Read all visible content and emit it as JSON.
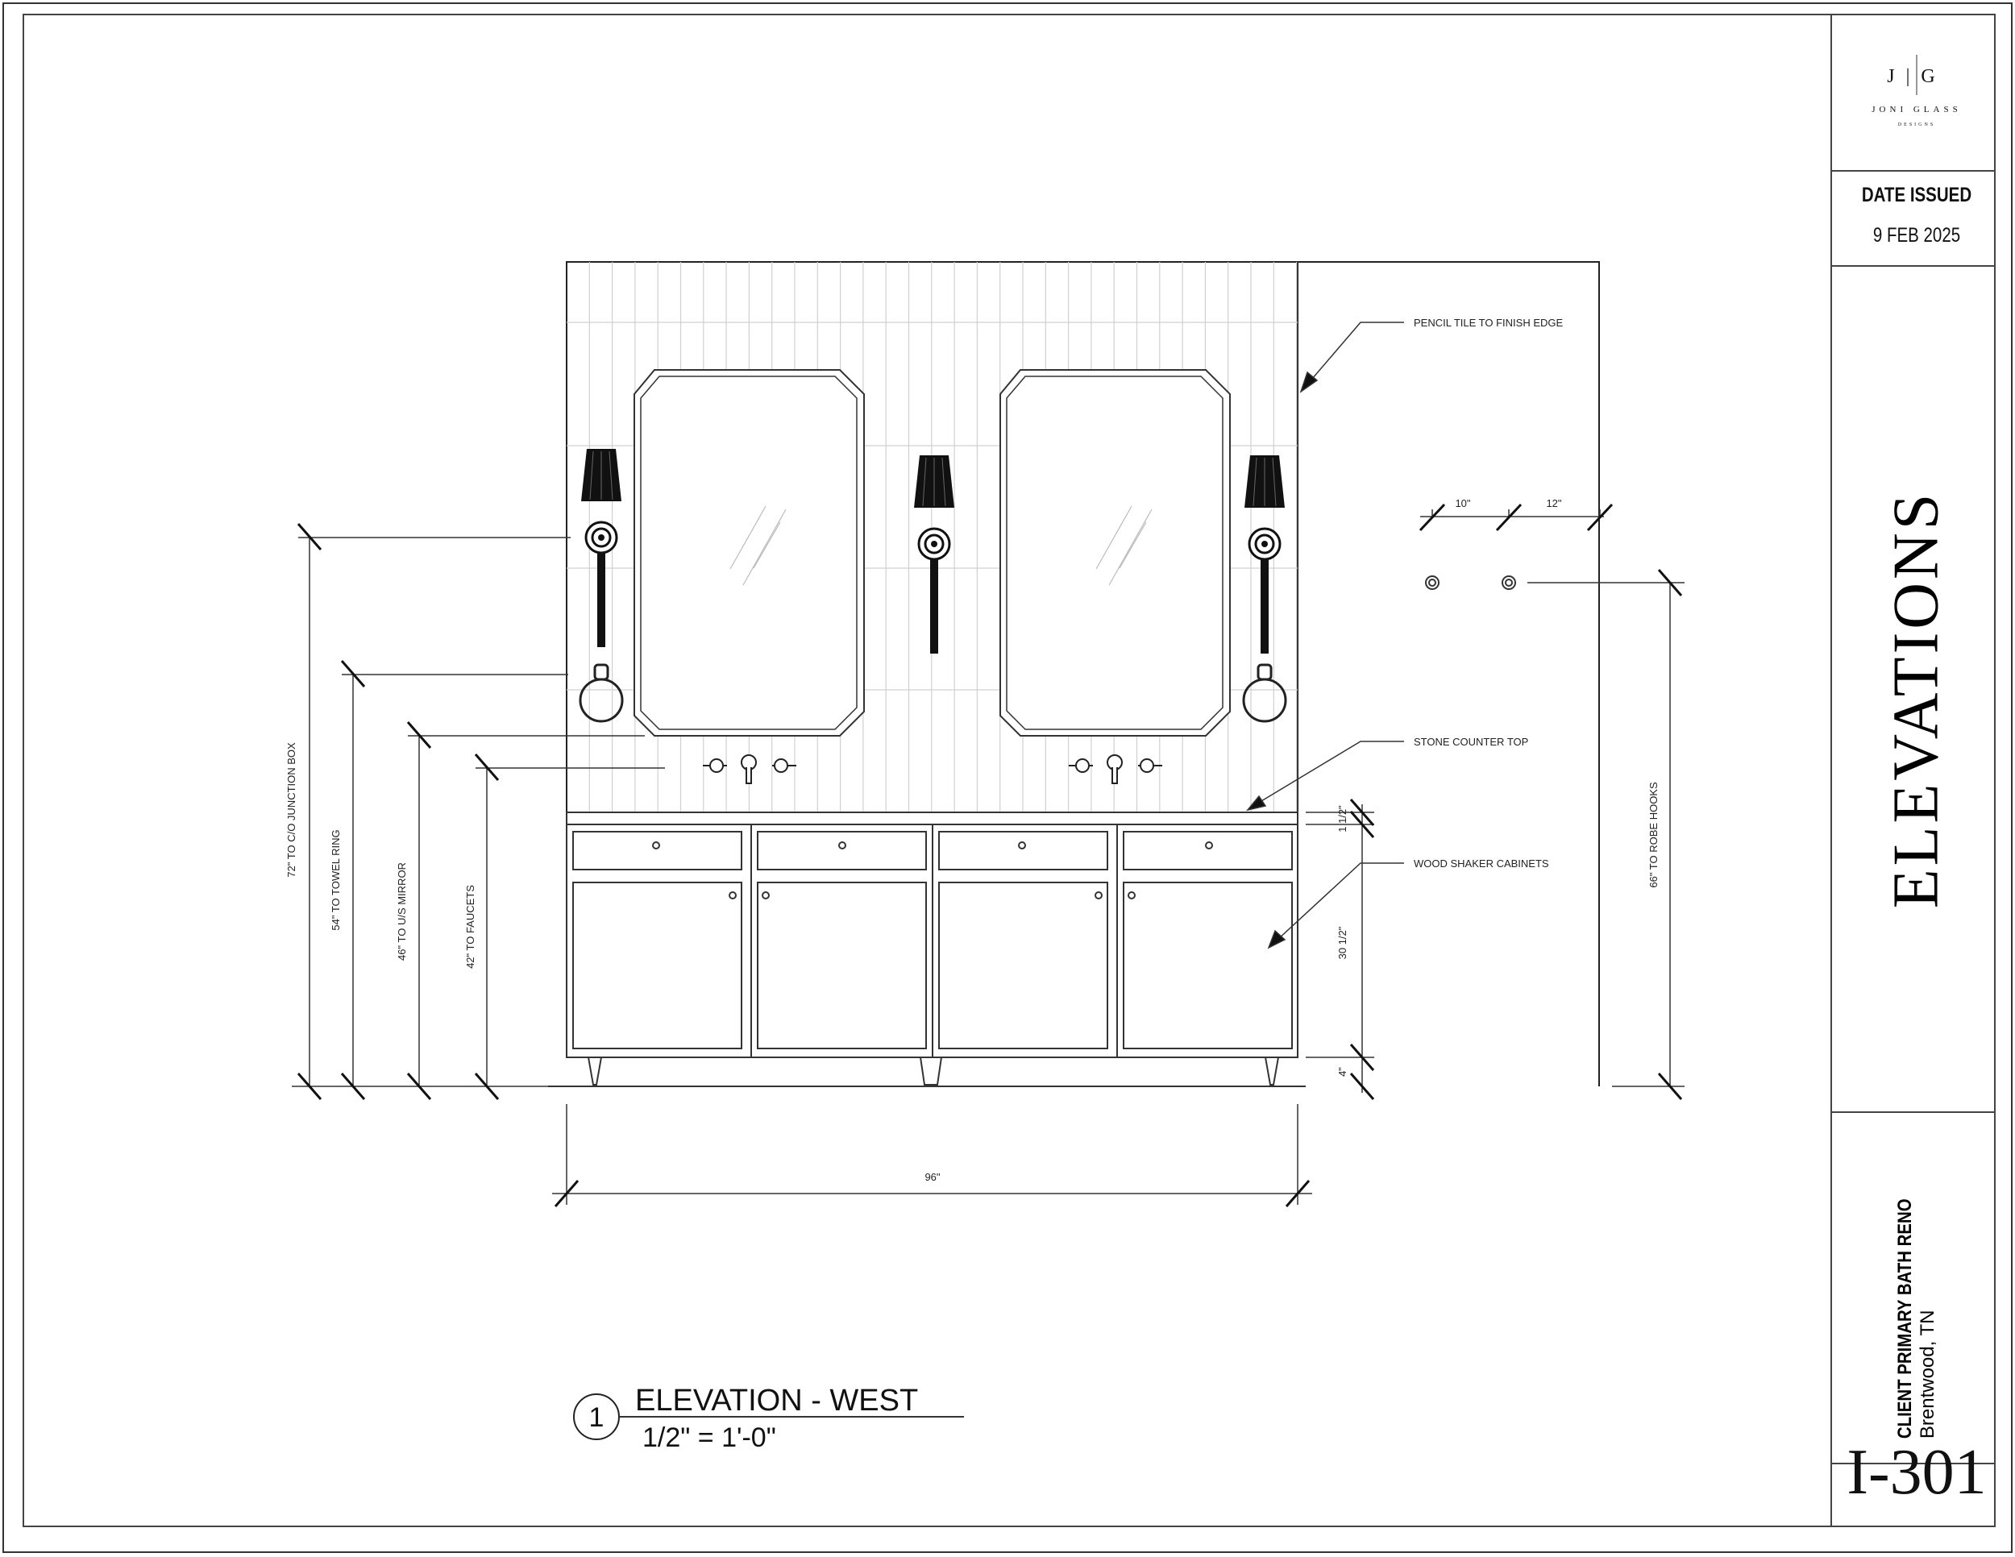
{
  "title_block": {
    "logo": {
      "monogram": "J|G",
      "name": "JONI GLASS",
      "sub": "DESIGNS"
    },
    "date_label": "DATE ISSUED",
    "date_value": "9 FEB 2025",
    "sheet_title": "ELEVATIONS",
    "project_name": "CLIENT PRIMARY BATH RENO",
    "project_location": "Brentwood, TN",
    "sheet_number": "I-301"
  },
  "drawing": {
    "callouts": {
      "pencil_tile": "PENCIL TILE TO FINISH EDGE",
      "counter": "STONE COUNTER TOP",
      "cabinets": "WOOD SHAKER CABINETS"
    },
    "dimensions": {
      "junction_box": "72\" TO C/O JUNCTION BOX",
      "towel_ring": "54\" TO TOWEL RING",
      "mirror": "46\" TO U/S MIRROR",
      "faucets": "42\" TO FAUCETS",
      "robe_hooks": "66\" TO ROBE HOOKS",
      "hook_spacing_1": "10\"",
      "hook_spacing_2": "12\"",
      "counter_thickness": "1 1/2\"",
      "cabinet_height": "30 1/2\"",
      "leg_height": "4\"",
      "vanity_width": "96\""
    },
    "view_label": {
      "number": "1",
      "title": "ELEVATION - WEST",
      "scale": "1/2\" = 1'-0\""
    }
  }
}
